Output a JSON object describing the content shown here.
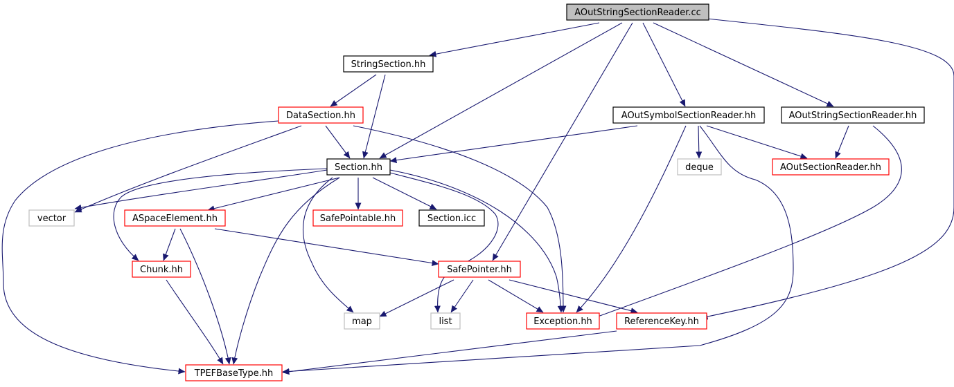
{
  "diagram": {
    "nodes": [
      {
        "id": "root",
        "label": "AOutStringSectionReader.cc",
        "kind": "root"
      },
      {
        "id": "stringsection",
        "label": "StringSection.hh",
        "kind": "documented"
      },
      {
        "id": "datasection",
        "label": "DataSection.hh",
        "kind": "truncated"
      },
      {
        "id": "aoutsymbol",
        "label": "AOutSymbolSectionReader.hh",
        "kind": "documented"
      },
      {
        "id": "aoutstringhh",
        "label": "AOutStringSectionReader.hh",
        "kind": "documented"
      },
      {
        "id": "section",
        "label": "Section.hh",
        "kind": "documented"
      },
      {
        "id": "deque",
        "label": "deque",
        "kind": "external"
      },
      {
        "id": "aoutsectionreader",
        "label": "AOutSectionReader.hh",
        "kind": "truncated"
      },
      {
        "id": "vector",
        "label": "vector",
        "kind": "external"
      },
      {
        "id": "aspaceelement",
        "label": "ASpaceElement.hh",
        "kind": "truncated"
      },
      {
        "id": "safepointable",
        "label": "SafePointable.hh",
        "kind": "truncated"
      },
      {
        "id": "sectionicc",
        "label": "Section.icc",
        "kind": "documented"
      },
      {
        "id": "chunk",
        "label": "Chunk.hh",
        "kind": "truncated"
      },
      {
        "id": "safepointer",
        "label": "SafePointer.hh",
        "kind": "truncated"
      },
      {
        "id": "map",
        "label": "map",
        "kind": "external"
      },
      {
        "id": "list",
        "label": "list",
        "kind": "external"
      },
      {
        "id": "exception",
        "label": "Exception.hh",
        "kind": "truncated"
      },
      {
        "id": "referencekey",
        "label": "ReferenceKey.hh",
        "kind": "truncated"
      },
      {
        "id": "tpefbasetype",
        "label": "TPEFBaseType.hh",
        "kind": "truncated"
      }
    ],
    "edges": [
      {
        "from": "root",
        "to": "stringsection"
      },
      {
        "from": "root",
        "to": "section"
      },
      {
        "from": "root",
        "to": "safepointer"
      },
      {
        "from": "root",
        "to": "aoutsymbol"
      },
      {
        "from": "root",
        "to": "aoutstringhh"
      },
      {
        "from": "root",
        "to": "referencekey"
      },
      {
        "from": "stringsection",
        "to": "datasection"
      },
      {
        "from": "stringsection",
        "to": "section"
      },
      {
        "from": "datasection",
        "to": "section"
      },
      {
        "from": "datasection",
        "to": "vector"
      },
      {
        "from": "datasection",
        "to": "tpefbasetype"
      },
      {
        "from": "datasection",
        "to": "exception"
      },
      {
        "from": "aoutsymbol",
        "to": "section"
      },
      {
        "from": "aoutsymbol",
        "to": "deque"
      },
      {
        "from": "aoutsymbol",
        "to": "aoutsectionreader"
      },
      {
        "from": "aoutsymbol",
        "to": "exception"
      },
      {
        "from": "aoutsymbol",
        "to": "tpefbasetype"
      },
      {
        "from": "aoutstringhh",
        "to": "aoutsectionreader"
      },
      {
        "from": "aoutstringhh",
        "to": "exception"
      },
      {
        "from": "section",
        "to": "vector"
      },
      {
        "from": "section",
        "to": "aspaceelement"
      },
      {
        "from": "section",
        "to": "safepointable"
      },
      {
        "from": "section",
        "to": "sectionicc"
      },
      {
        "from": "section",
        "to": "chunk"
      },
      {
        "from": "section",
        "to": "map"
      },
      {
        "from": "section",
        "to": "list"
      },
      {
        "from": "section",
        "to": "exception"
      },
      {
        "from": "section",
        "to": "tpefbasetype"
      },
      {
        "from": "aspaceelement",
        "to": "chunk"
      },
      {
        "from": "aspaceelement",
        "to": "safepointer"
      },
      {
        "from": "aspaceelement",
        "to": "tpefbasetype"
      },
      {
        "from": "chunk",
        "to": "tpefbasetype"
      },
      {
        "from": "safepointer",
        "to": "map"
      },
      {
        "from": "safepointer",
        "to": "list"
      },
      {
        "from": "safepointer",
        "to": "exception"
      },
      {
        "from": "safepointer",
        "to": "referencekey"
      },
      {
        "from": "referencekey",
        "to": "tpefbasetype"
      }
    ],
    "colors": {
      "edge": "#191970",
      "root_fill": "#bfbfbf",
      "documented_border": "#000000",
      "truncated_border": "#ff0000",
      "external_border": "#bfbfbf",
      "node_fill": "#ffffff"
    }
  }
}
